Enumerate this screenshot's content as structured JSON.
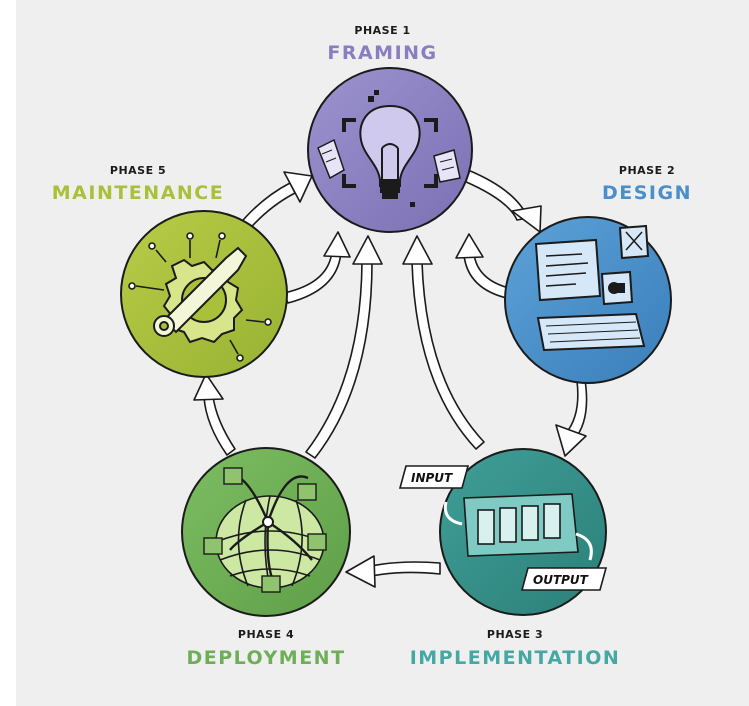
{
  "phases": [
    {
      "number": "PHASE 1",
      "name": "FRAMING",
      "color": "#8a7ec0",
      "icon": "lightbulb-icon"
    },
    {
      "number": "PHASE 2",
      "name": "DESIGN",
      "color": "#4a8fc8",
      "icon": "computer-icon"
    },
    {
      "number": "PHASE 3",
      "name": "IMPLEMENTATION",
      "color": "#45a8a2",
      "icon": "flowchart-icon"
    },
    {
      "number": "PHASE 4",
      "name": "DEPLOYMENT",
      "color": "#6fae58",
      "icon": "globe-network-icon"
    },
    {
      "number": "PHASE 5",
      "name": "MAINTENANCE",
      "color": "#a9c03b",
      "icon": "wrench-gear-icon"
    }
  ],
  "implementation_labels": {
    "input": "INPUT",
    "output": "OUTPUT"
  }
}
